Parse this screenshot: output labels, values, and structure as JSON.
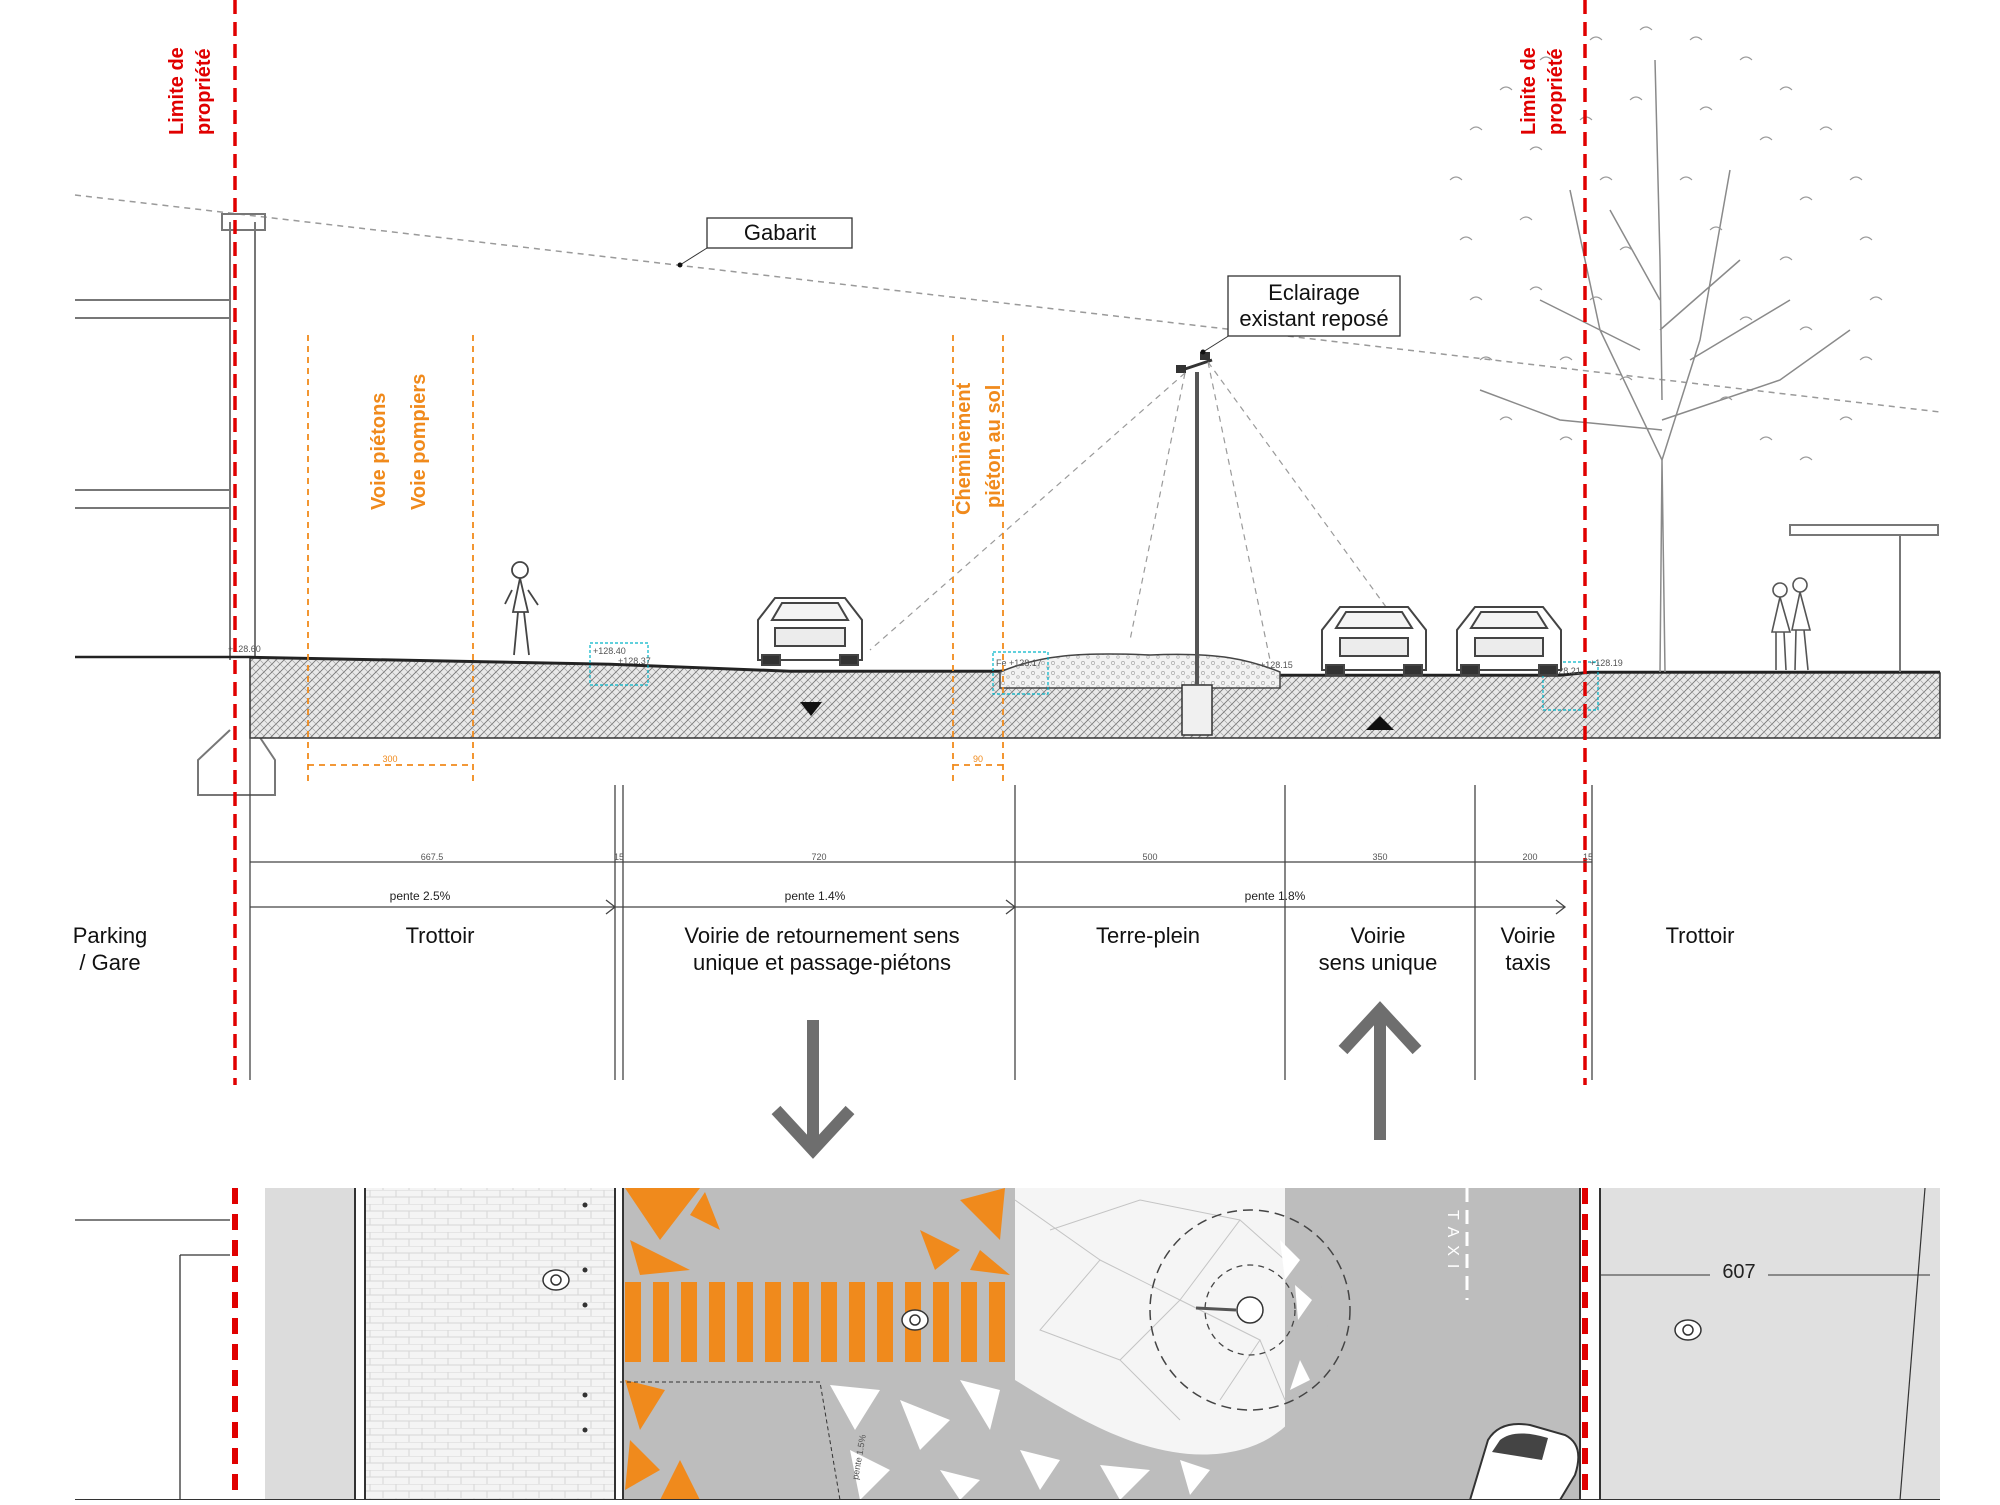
{
  "callouts": {
    "gabarit": "Gabarit",
    "eclairage_line1": "Eclairage",
    "eclairage_line2": "existant reposé"
  },
  "property_limit": {
    "line1": "Limite de",
    "line2": "propriété"
  },
  "orange_notes": {
    "voie_line1": "Voie piétons",
    "voie_line2": "Voie pompiers",
    "chem_line1": "Cheminement",
    "chem_line2": "piéton au sol",
    "dim_voie": "300",
    "dim_chem": "90"
  },
  "levels": {
    "l1": "+128.60",
    "l2": "+128.40",
    "l3": "+128.37",
    "l4": "Fe +128.17",
    "l5": "+128.15",
    "l6": "+128.19",
    "l7": "+128.21"
  },
  "dimensions": {
    "d1": "667.5",
    "d2": "15",
    "d3": "720",
    "d4": "500",
    "d5": "350",
    "d6": "200",
    "d7": "15"
  },
  "slopes": {
    "s1": "pente 2.5%",
    "s2": "pente 1.4%",
    "s3": "pente 1.8%",
    "plan": "pente 1.5%"
  },
  "zones": {
    "parking_line1": "Parking",
    "parking_line2": "/ Gare",
    "trottoir_left": "Trottoir",
    "voirie_line1": "Voirie de retournement sens",
    "voirie_line2": "unique et passage-piétons",
    "terre_plein": "Terre-plein",
    "sens_line1": "Voirie",
    "sens_line2": "sens unique",
    "taxis_line1": "Voirie",
    "taxis_line2": "taxis",
    "trottoir_right": "Trottoir"
  },
  "plan_labels": {
    "taxi": "TAXI",
    "number": "607"
  },
  "colors": {
    "property_line": "#e00000",
    "accent": "#f08a1c",
    "arrow": "#6e6e6e",
    "road": "#bdbdbd",
    "sidewalk": "#e0e0e0",
    "annotation": "#00b4c8"
  },
  "icons": [
    "pedestrian-icon",
    "car-icon",
    "streetlight-icon",
    "tree-icon",
    "couple-icon",
    "arrow-down-icon",
    "arrow-up-icon"
  ]
}
